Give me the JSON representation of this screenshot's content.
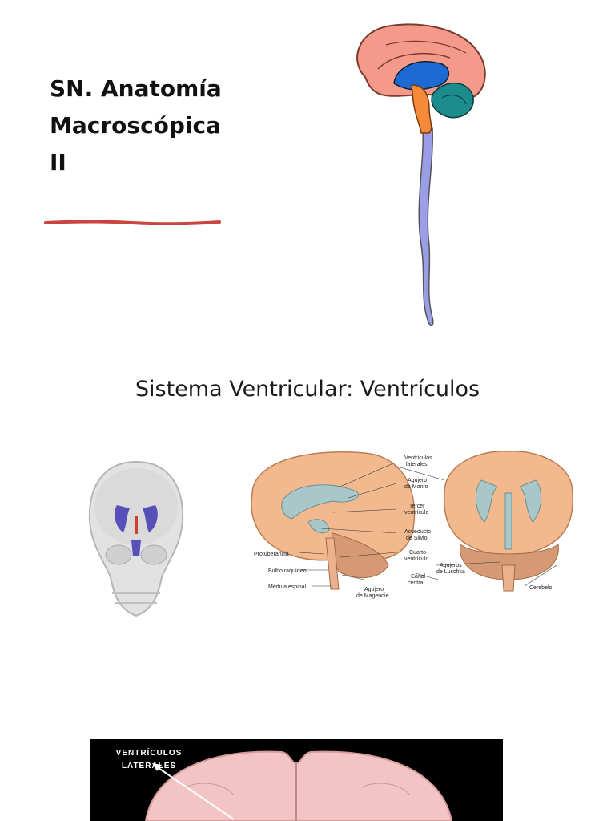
{
  "slide": {
    "title_lines": [
      "SN. Anatomía",
      "Macroscópica",
      "II"
    ],
    "accent_color": "#c8463f"
  },
  "section": {
    "heading": "Sistema Ventricular: Ventrículos"
  },
  "figure_labels": {
    "ventriculos_laterales": [
      "Ventrículos",
      "laterales"
    ],
    "agujero_monro": [
      "Agujero",
      "de Monro"
    ],
    "tercer_ventriculo": [
      "Tercer",
      "ventrículo"
    ],
    "acueducto_silvio": [
      "Acueducto",
      "de Silvio"
    ],
    "cuarto_ventriculo": [
      "Cuarto",
      "ventrículo"
    ],
    "canal_central": [
      "Canal",
      "central"
    ],
    "agujero_magendie": [
      "Agujero",
      "de Magendie"
    ],
    "agujeros_luschka": [
      "Agujeros",
      "de Luschka"
    ],
    "protuberancia": "Protuberancia",
    "bulbo_raquideo": "Bulbo raquídeo",
    "medula_espinal": "Médula espinal",
    "cerebelo": "Cerebelo"
  },
  "photo": {
    "label_lines": [
      "VENTRÍCULOS",
      "LATERALES"
    ]
  }
}
